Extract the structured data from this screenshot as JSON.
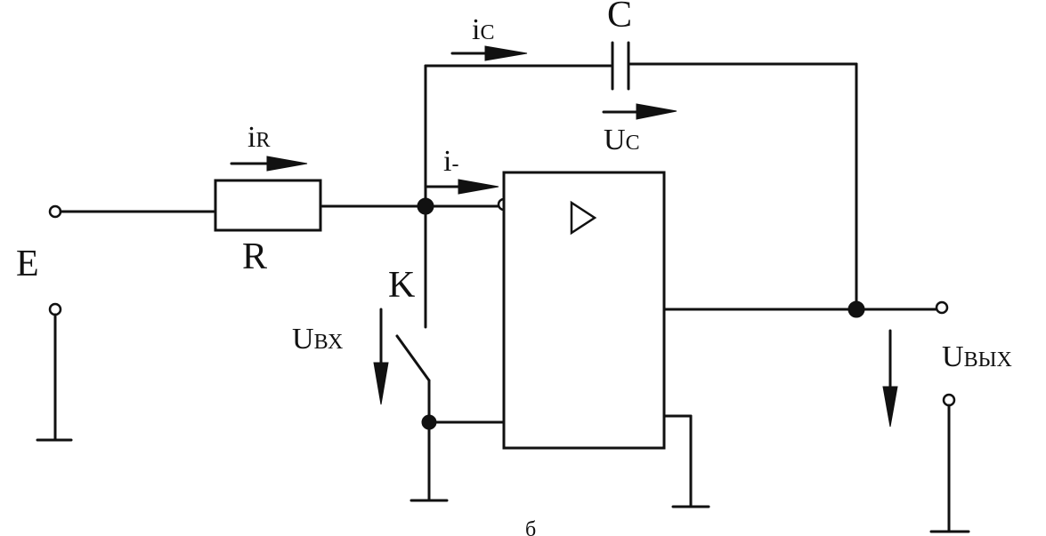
{
  "labels": {
    "E": "E",
    "R": "R",
    "C": "C",
    "K": "K",
    "iR_main": "i",
    "iR_sub": "R",
    "iC_main": "i",
    "iC_sub": "C",
    "iminus_main": "i",
    "iminus_sub": "-",
    "Uc_main": "U",
    "Uc_sub": "C",
    "Uin_main": "U",
    "Uin_sub": "ВХ",
    "Uout_main": "U",
    "Uout_sub": "ВЫХ",
    "stray": "б"
  },
  "colors": {
    "ink": "#111111",
    "paper": "#ffffff"
  },
  "icons": {
    "amplifier": "triangle-icon",
    "resistor": "resistor-icon",
    "capacitor": "capacitor-icon",
    "switch": "switch-icon",
    "ground": "ground-icon"
  }
}
